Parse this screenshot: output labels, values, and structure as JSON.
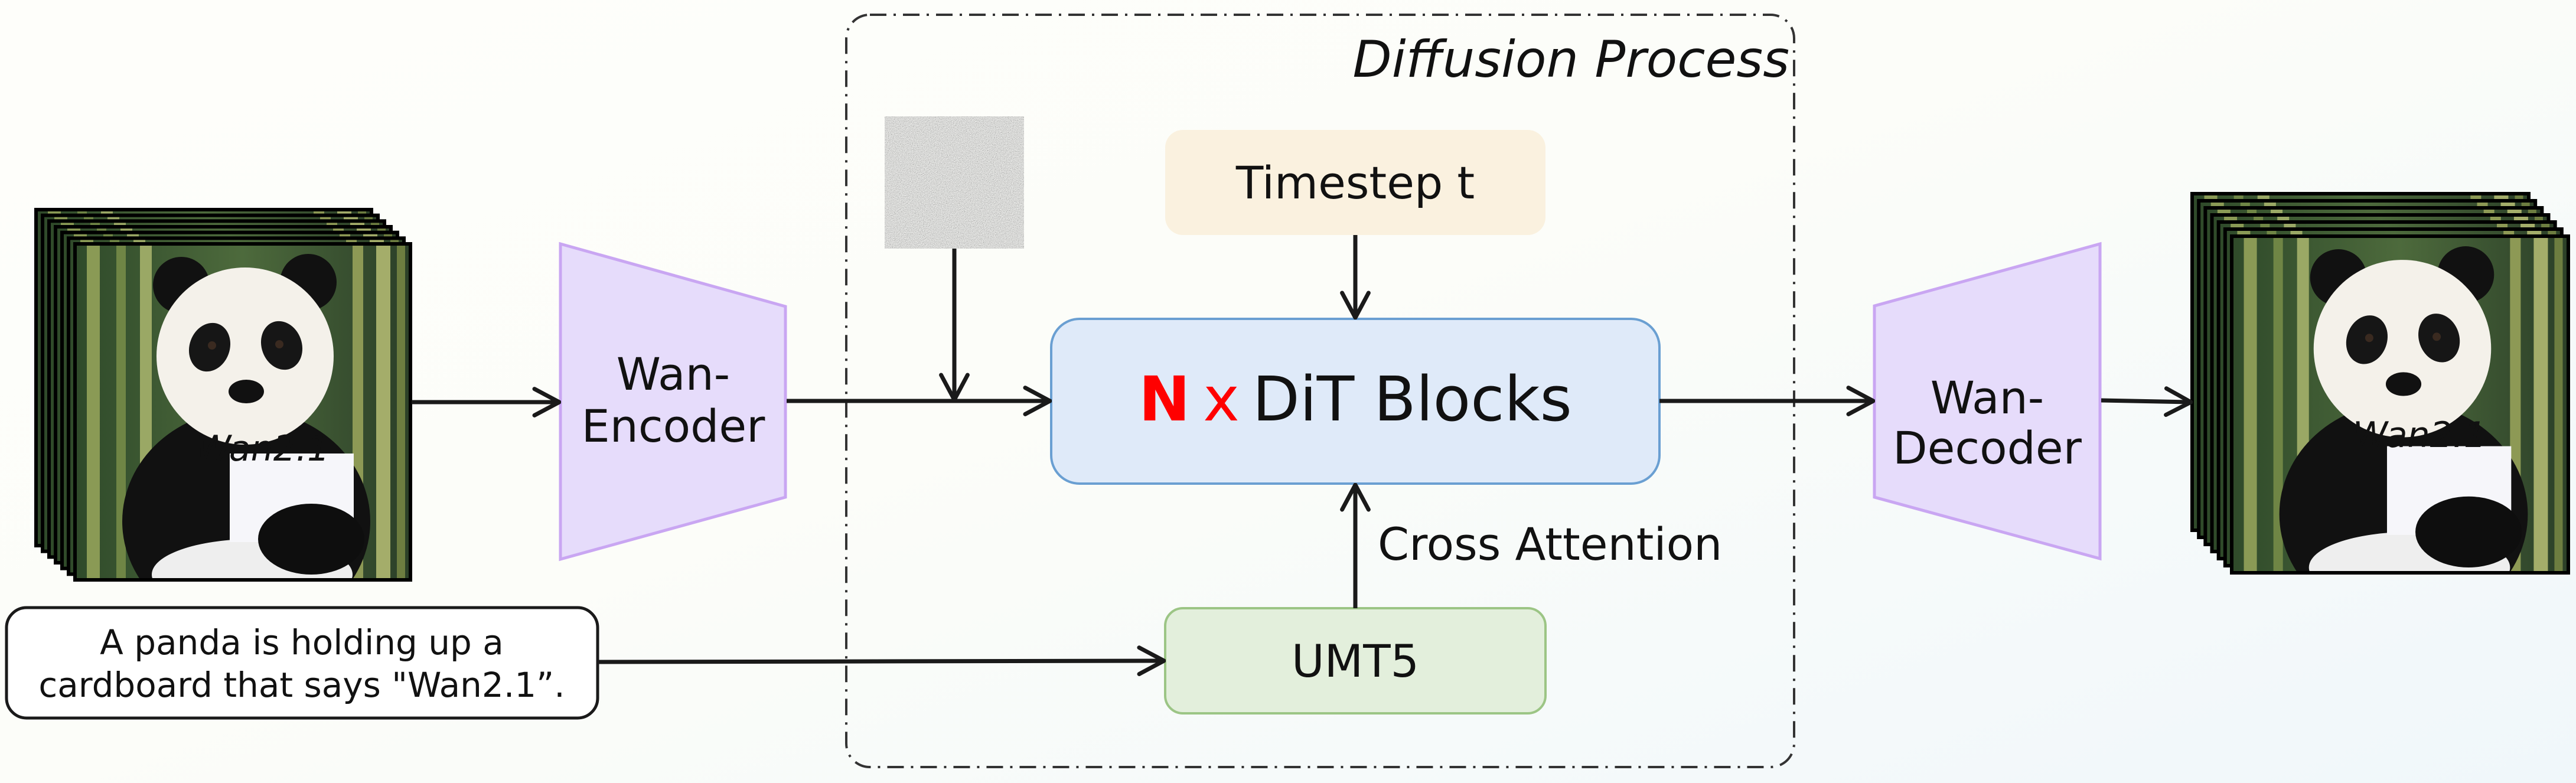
{
  "diffusion_process": {
    "label": "Diffusion Process"
  },
  "input_video": {
    "sign_text": "Wan2.1"
  },
  "output_video": {
    "sign_text": "Wan2.1"
  },
  "encoder": {
    "line1": "Wan-",
    "line2": "Encoder"
  },
  "decoder": {
    "line1": "Wan-",
    "line2": "Decoder"
  },
  "timestep": {
    "label": "Timestep t"
  },
  "dit": {
    "n": "N",
    "x": "x",
    "label": "DiT Blocks"
  },
  "cross_attention": {
    "label": "Cross Attention"
  },
  "umt5": {
    "label": "UMT5"
  },
  "prompt": {
    "line1": "A panda is holding up a",
    "line2": "cardboard that says \"Wan2.1”."
  },
  "colors": {
    "encoder_fill": "#e6dcfb",
    "encoder_stroke": "#c9a6f2",
    "timestep_fill": "#faf1df",
    "dit_fill": "#dfeaf9",
    "dit_stroke": "#6a9fd2",
    "umt5_fill": "#e3efdc",
    "umt5_stroke": "#9cc585",
    "accent_red": "#ff0000",
    "arrow": "#1a1a1a"
  }
}
